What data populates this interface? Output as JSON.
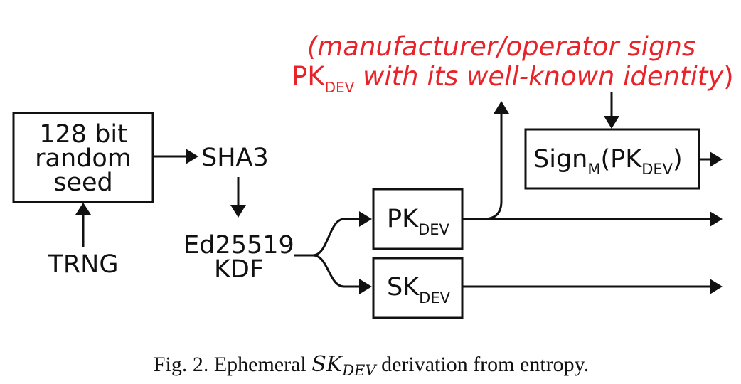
{
  "annotation": {
    "line1": "(manufacturer/operator signs",
    "line2_pk": "PK",
    "line2_sub": "DEV",
    "line2_rest": " with its well-known identity",
    "line2_close": ")",
    "color": "#e8232a"
  },
  "seed_box": {
    "line1": "128 bit",
    "line2": "random",
    "line3": "seed"
  },
  "trng": "TRNG",
  "sha3": "SHA3",
  "kdf": {
    "line1": "Ed25519",
    "line2": "KDF"
  },
  "pk_box": {
    "main": "PK",
    "sub": "DEV"
  },
  "sk_box": {
    "main": "SK",
    "sub": "DEV"
  },
  "sign_box": {
    "prefix": "Sign",
    "prefix_sub": "M",
    "open": "(PK",
    "inner_sub": "DEV",
    "close": ")"
  },
  "caption": {
    "prefix": "Fig. 2.  Ephemeral ",
    "math_main": "SK",
    "math_sub": "DEV",
    "suffix": " derivation from entropy."
  }
}
